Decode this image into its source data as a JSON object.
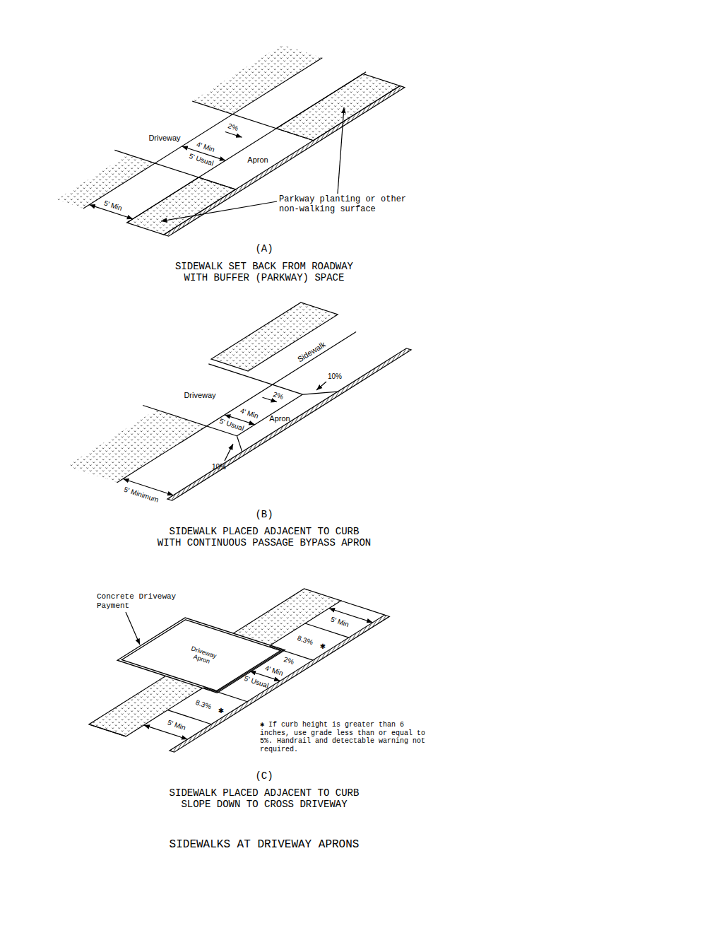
{
  "diagram": {
    "title": "SIDEWALKS AT DRIVEWAY APRONS",
    "labels": [
      "Driveway",
      "2%",
      "4' Min",
      "5' Usual",
      "Apron",
      "5' Min",
      "Parkway planting or other non-walking surface",
      "(A)",
      "SIDEWALK SET BACK FROM ROADWAY WITH BUFFER (PARKWAY) SPACE",
      "Driveway",
      "Sidewalk",
      "2%",
      "4' Min",
      "5' Usual",
      "Apron",
      "10%",
      "10%",
      "5' Minimum",
      "(B)",
      "SIDEWALK PLACED ADJACENT TO CURB WITH CONTINUOUS PASSAGE BYPASS APRON",
      "Concrete Driveway Payment",
      "Driveway Apron",
      "5' Min",
      "8.3%",
      "✱",
      "2%",
      "4' Min",
      "5' Usual",
      "8.3%",
      "✱",
      "5' Min",
      "✱ If curb height is greater than 6 inches, use grade less than or equal to 5%. Handrail and detectable warning not required.",
      "(C)",
      "SIDEWALK PLACED ADJACENT TO CURB SLOPE DOWN TO CROSS DRIVEWAY"
    ]
  }
}
